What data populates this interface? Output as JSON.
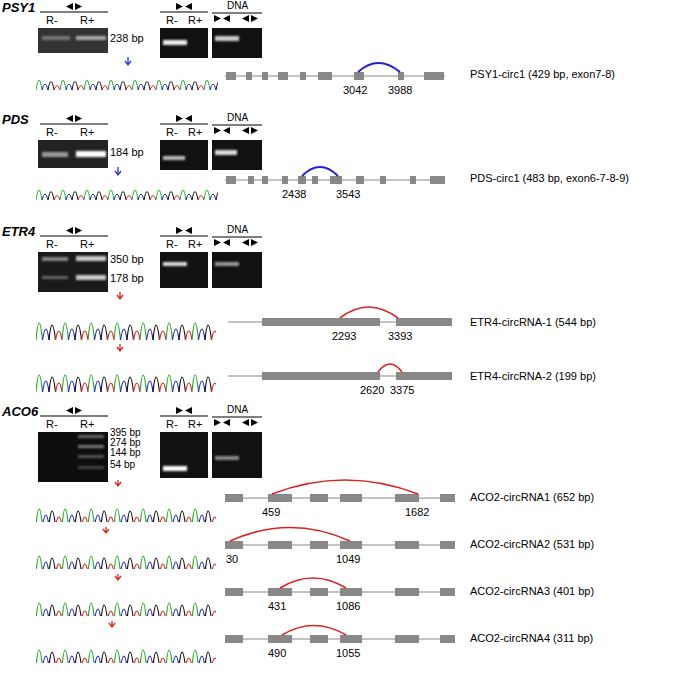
{
  "diagram": {
    "labels": [
      "PSY1",
      "R-",
      "R+",
      "238 bp",
      "R-",
      "R+",
      "DNA",
      "3042",
      "3988",
      "PSY1-circ1 (429 bp, exon7-8)",
      "PDS",
      "R-",
      "R+",
      "184 bp",
      "R-",
      "R+",
      "DNA",
      "2438",
      "3543",
      "PDS-circ1 (483 bp, exon6-7-8-9)",
      "ETR4",
      "R-",
      "R+",
      "350 bp",
      "178 bp",
      "R-",
      "R+",
      "DNA",
      "2293",
      "3393",
      "ETR4-circRNA-1 (544 bp)",
      "2620",
      "3375",
      "ETR4-circRNA-2 (199 bp)",
      "ACO6",
      "R-",
      "R+",
      "395 bp",
      "274 bp",
      "144 bp",
      "54  bp",
      "R-",
      "R+",
      "DNA",
      "459",
      "1682",
      "ACO2-circRNA1 (652 bp)",
      "30",
      "1049",
      "ACO2-circRNA2 (531 bp)",
      "431",
      "1086",
      "ACO2-circRNA3 (401 bp)",
      "490",
      "1055",
      "ACO2-circRNA4 (311 bp)"
    ]
  }
}
